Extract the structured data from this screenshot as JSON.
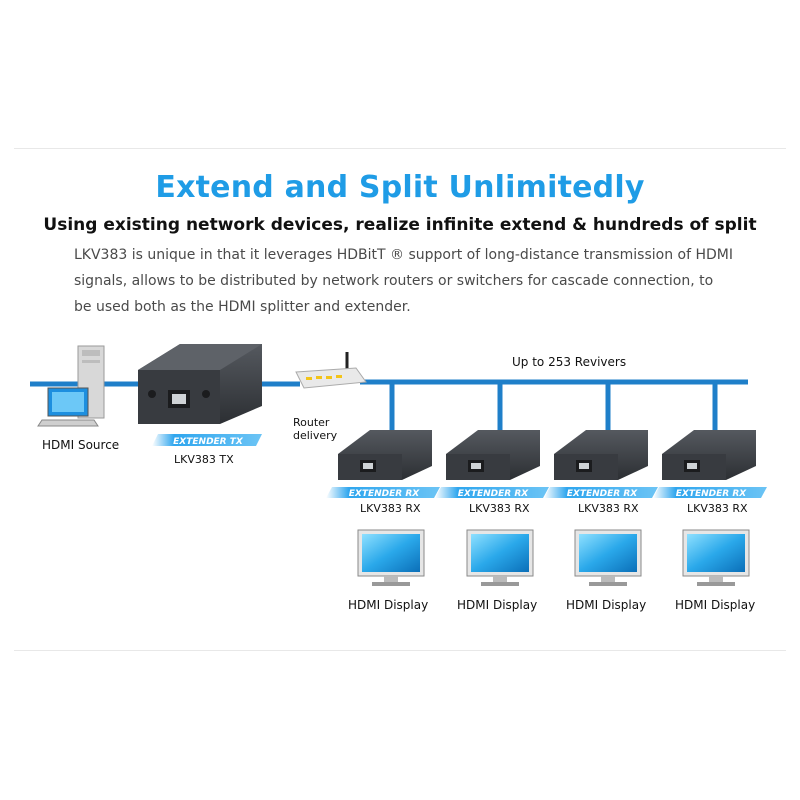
{
  "header": {
    "title": "Extend and Split Unlimitedly",
    "subtitle": "Using existing network devices, realize infinite extend & hundreds of split",
    "description": "LKV383 is unique in that it leverages HDBitT ® support of long-distance transmission of HDMI signals, allows to be distributed by network routers or switchers for cascade connection, to be used both as the HDMI splitter and extender."
  },
  "diagram": {
    "source_label": "HDMI Source",
    "transmitter": {
      "model": "LKV383 TX",
      "badge": "EXTENDER TX"
    },
    "router_label_line1": "Router",
    "router_label_line2": "delivery",
    "receivers_note": "Up to 253 Revivers",
    "receivers": [
      {
        "model": "LKV383 RX",
        "badge": "EXTENDER RX",
        "display": "HDMI Display"
      },
      {
        "model": "LKV383 RX",
        "badge": "EXTENDER RX",
        "display": "HDMI Display"
      },
      {
        "model": "LKV383 RX",
        "badge": "EXTENDER RX",
        "display": "HDMI Display"
      },
      {
        "model": "LKV383 RX",
        "badge": "EXTENDER RX",
        "display": "HDMI Display"
      }
    ],
    "colors": {
      "cable": "#1f7fc9",
      "device_body": "#3a3d42",
      "badge": "#2fa6ee",
      "title": "#1f9ce6"
    }
  }
}
